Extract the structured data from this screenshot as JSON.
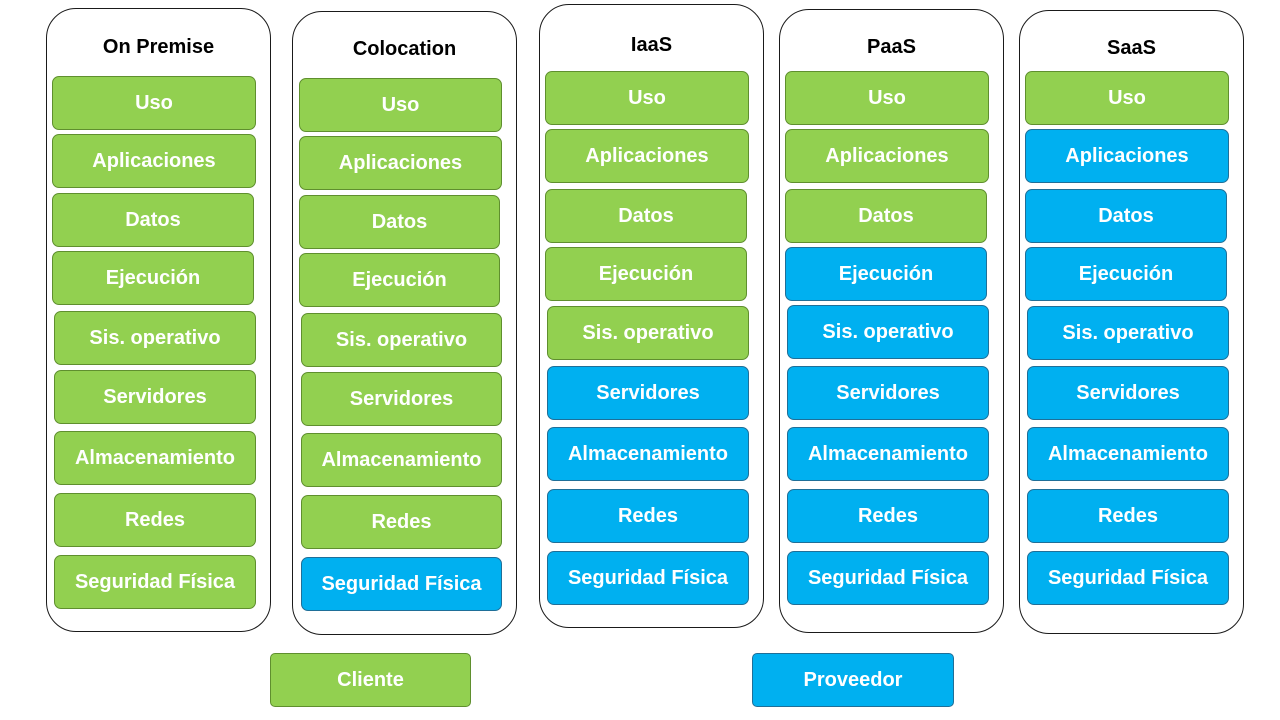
{
  "colors": {
    "cliente": "#92d050",
    "proveedor": "#00b0f0"
  },
  "columns": [
    {
      "title": "On Premise",
      "layers": [
        {
          "label": "Uso",
          "owner": "cliente"
        },
        {
          "label": "Aplicaciones",
          "owner": "cliente"
        },
        {
          "label": "Datos",
          "owner": "cliente"
        },
        {
          "label": "Ejecución",
          "owner": "cliente"
        },
        {
          "label": "Sis. operativo",
          "owner": "cliente"
        },
        {
          "label": "Servidores",
          "owner": "cliente"
        },
        {
          "label": "Almacenamiento",
          "owner": "cliente"
        },
        {
          "label": "Redes",
          "owner": "cliente"
        },
        {
          "label": "Seguridad Física",
          "owner": "cliente"
        }
      ]
    },
    {
      "title": "Colocation",
      "layers": [
        {
          "label": "Uso",
          "owner": "cliente"
        },
        {
          "label": "Aplicaciones",
          "owner": "cliente"
        },
        {
          "label": "Datos",
          "owner": "cliente"
        },
        {
          "label": "Ejecución",
          "owner": "cliente"
        },
        {
          "label": "Sis. operativo",
          "owner": "cliente"
        },
        {
          "label": "Servidores",
          "owner": "cliente"
        },
        {
          "label": "Almacenamiento",
          "owner": "cliente"
        },
        {
          "label": "Redes",
          "owner": "cliente"
        },
        {
          "label": "Seguridad Física",
          "owner": "proveedor"
        }
      ]
    },
    {
      "title": "IaaS",
      "layers": [
        {
          "label": "Uso",
          "owner": "cliente"
        },
        {
          "label": "Aplicaciones",
          "owner": "cliente"
        },
        {
          "label": "Datos",
          "owner": "cliente"
        },
        {
          "label": "Ejecución",
          "owner": "cliente"
        },
        {
          "label": "Sis. operativo",
          "owner": "cliente"
        },
        {
          "label": "Servidores",
          "owner": "proveedor"
        },
        {
          "label": "Almacenamiento",
          "owner": "proveedor"
        },
        {
          "label": "Redes",
          "owner": "proveedor"
        },
        {
          "label": "Seguridad Física",
          "owner": "proveedor"
        }
      ]
    },
    {
      "title": "PaaS",
      "layers": [
        {
          "label": "Uso",
          "owner": "cliente"
        },
        {
          "label": "Aplicaciones",
          "owner": "cliente"
        },
        {
          "label": "Datos",
          "owner": "cliente"
        },
        {
          "label": "Ejecución",
          "owner": "proveedor"
        },
        {
          "label": "Sis. operativo",
          "owner": "proveedor"
        },
        {
          "label": "Servidores",
          "owner": "proveedor"
        },
        {
          "label": "Almacenamiento",
          "owner": "proveedor"
        },
        {
          "label": "Redes",
          "owner": "proveedor"
        },
        {
          "label": "Seguridad Física",
          "owner": "proveedor"
        }
      ]
    },
    {
      "title": "SaaS",
      "layers": [
        {
          "label": "Uso",
          "owner": "cliente"
        },
        {
          "label": "Aplicaciones",
          "owner": "proveedor"
        },
        {
          "label": "Datos",
          "owner": "proveedor"
        },
        {
          "label": "Ejecución",
          "owner": "proveedor"
        },
        {
          "label": "Sis. operativo",
          "owner": "proveedor"
        },
        {
          "label": "Servidores",
          "owner": "proveedor"
        },
        {
          "label": "Almacenamiento",
          "owner": "proveedor"
        },
        {
          "label": "Redes",
          "owner": "proveedor"
        },
        {
          "label": "Seguridad Física",
          "owner": "proveedor"
        }
      ]
    }
  ],
  "legend": {
    "cliente": "Cliente",
    "proveedor": "Proveedor"
  }
}
